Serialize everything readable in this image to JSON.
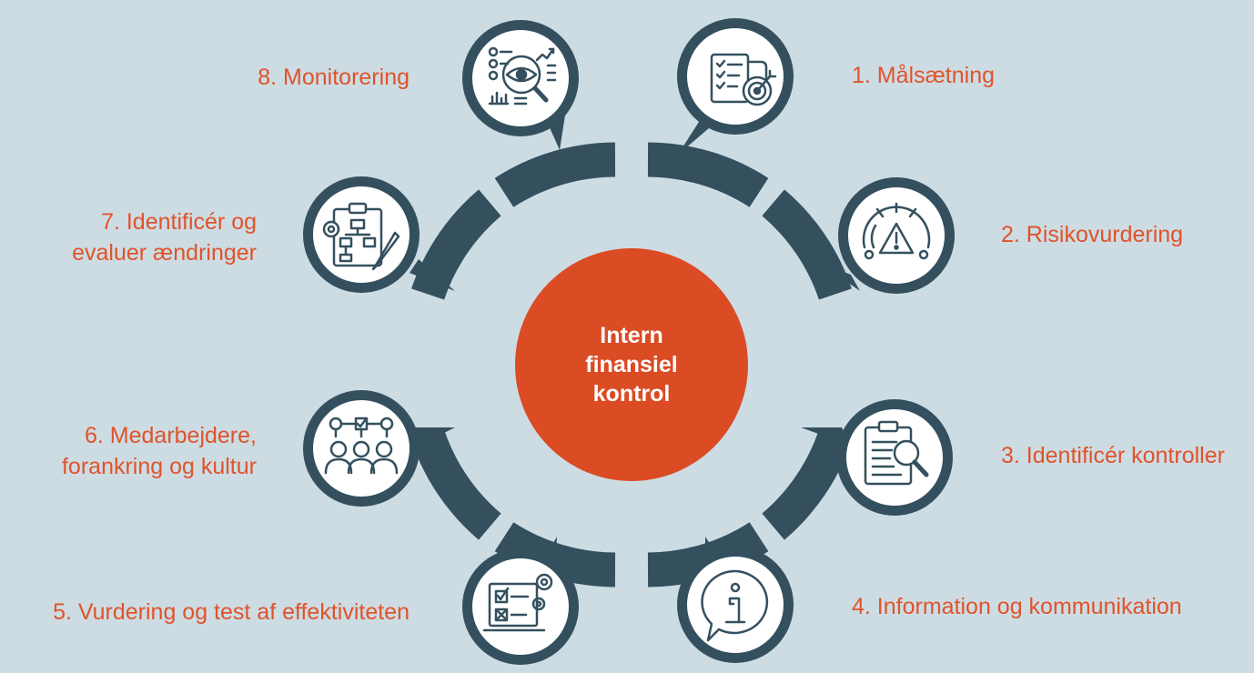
{
  "center": {
    "lines": [
      "Intern",
      "finansiel",
      "kontrol"
    ]
  },
  "colors": {
    "background": "#cddce3",
    "ring": "#34505f",
    "center": "#db4b24",
    "label": "#e0532b",
    "icon_bg": "#ffffff",
    "icon_stroke": "#34505f"
  },
  "steps": [
    {
      "lines": [
        "1. Målsætning"
      ],
      "icon": "target-checklist-icon"
    },
    {
      "lines": [
        "2. Risikovurdering"
      ],
      "icon": "risk-gauge-icon"
    },
    {
      "lines": [
        "3. Identificér kontroller"
      ],
      "icon": "clipboard-search-icon"
    },
    {
      "lines": [
        "4. Information og kommunikation"
      ],
      "icon": "info-speech-icon"
    },
    {
      "lines": [
        "5. Vurdering og test af effektiviteten"
      ],
      "icon": "test-checklist-gears-icon"
    },
    {
      "lines": [
        "6. Medarbejdere,",
        "forankring og kultur"
      ],
      "icon": "team-gears-icon"
    },
    {
      "lines": [
        "7. Identificér og",
        "evaluer ændringer"
      ],
      "icon": "flowchart-clipboard-icon"
    },
    {
      "lines": [
        "8. Monitorering"
      ],
      "icon": "monitoring-eye-icon"
    }
  ]
}
